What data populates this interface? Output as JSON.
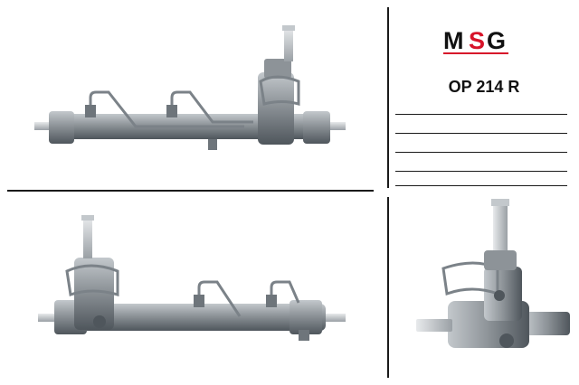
{
  "brand": {
    "name": "MSG",
    "letters": [
      "M",
      "S",
      "G"
    ],
    "colors": {
      "m": "#111111",
      "s": "#d7142a",
      "g": "#111111",
      "underline": "#d7142a"
    }
  },
  "part_number": "OP 214 R",
  "blank_lines_count": 5,
  "photos": [
    {
      "view": "top-view",
      "description_icon": "steering-rack-icon"
    },
    {
      "view": "bottom-view",
      "description_icon": "steering-rack-icon"
    },
    {
      "view": "end-view",
      "description_icon": "steering-rack-icon"
    }
  ],
  "colors": {
    "metal": "#8d9398",
    "metal_dark": "#5e656b",
    "metal_light": "#c3c8cc",
    "steel": "#d6d9dc",
    "line": "#1a1a1a"
  }
}
